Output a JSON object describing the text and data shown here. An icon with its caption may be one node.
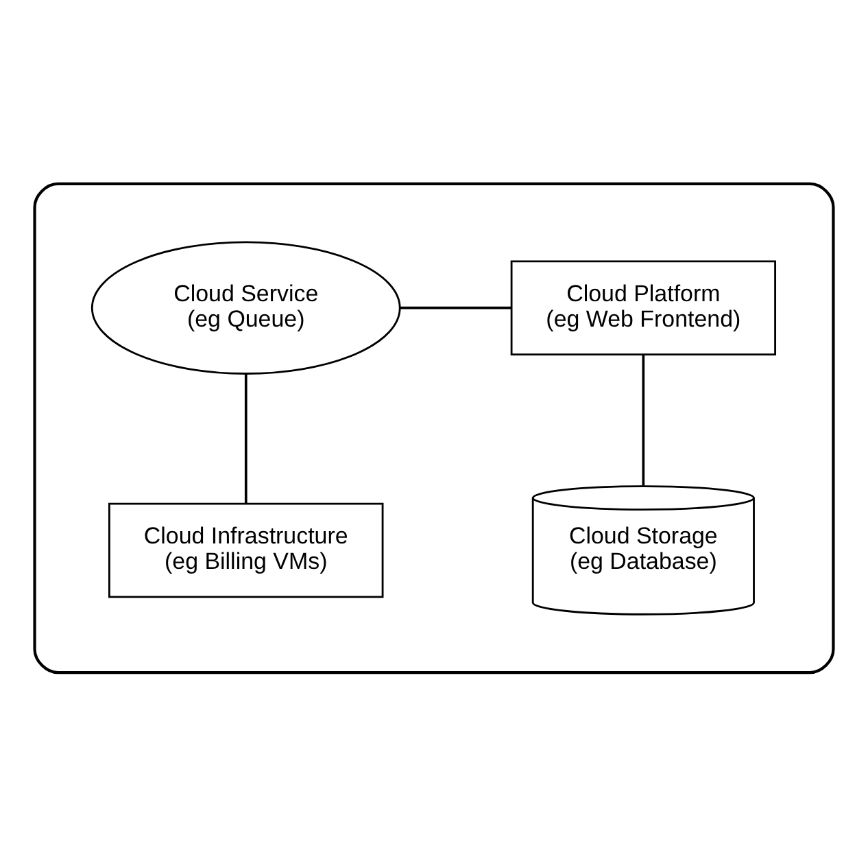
{
  "diagram": {
    "nodes": [
      {
        "text": [],
        "shape": "cloud"
      },
      {
        "text": [
          "Cloud Service",
          "(eg Queue)"
        ],
        "in": 0
      },
      {
        "text": [
          "Cloud Platform",
          "(eg Web Frontend)"
        ],
        "in": 0
      },
      {
        "text": [
          "Cloud Infrastructure",
          "(eg Billing VMs)"
        ],
        "in": 0
      },
      {
        "text": [
          "Cloud Storage",
          "(eg Database)"
        ],
        "in": 0
      }
    ],
    "edges": [
      {
        "from": 1,
        "to": 2,
        "arrow": "none"
      },
      {
        "from": 1,
        "to": 3,
        "arrow": "none"
      },
      {
        "from": 2,
        "to": 4,
        "arrow": "none"
      }
    ]
  }
}
